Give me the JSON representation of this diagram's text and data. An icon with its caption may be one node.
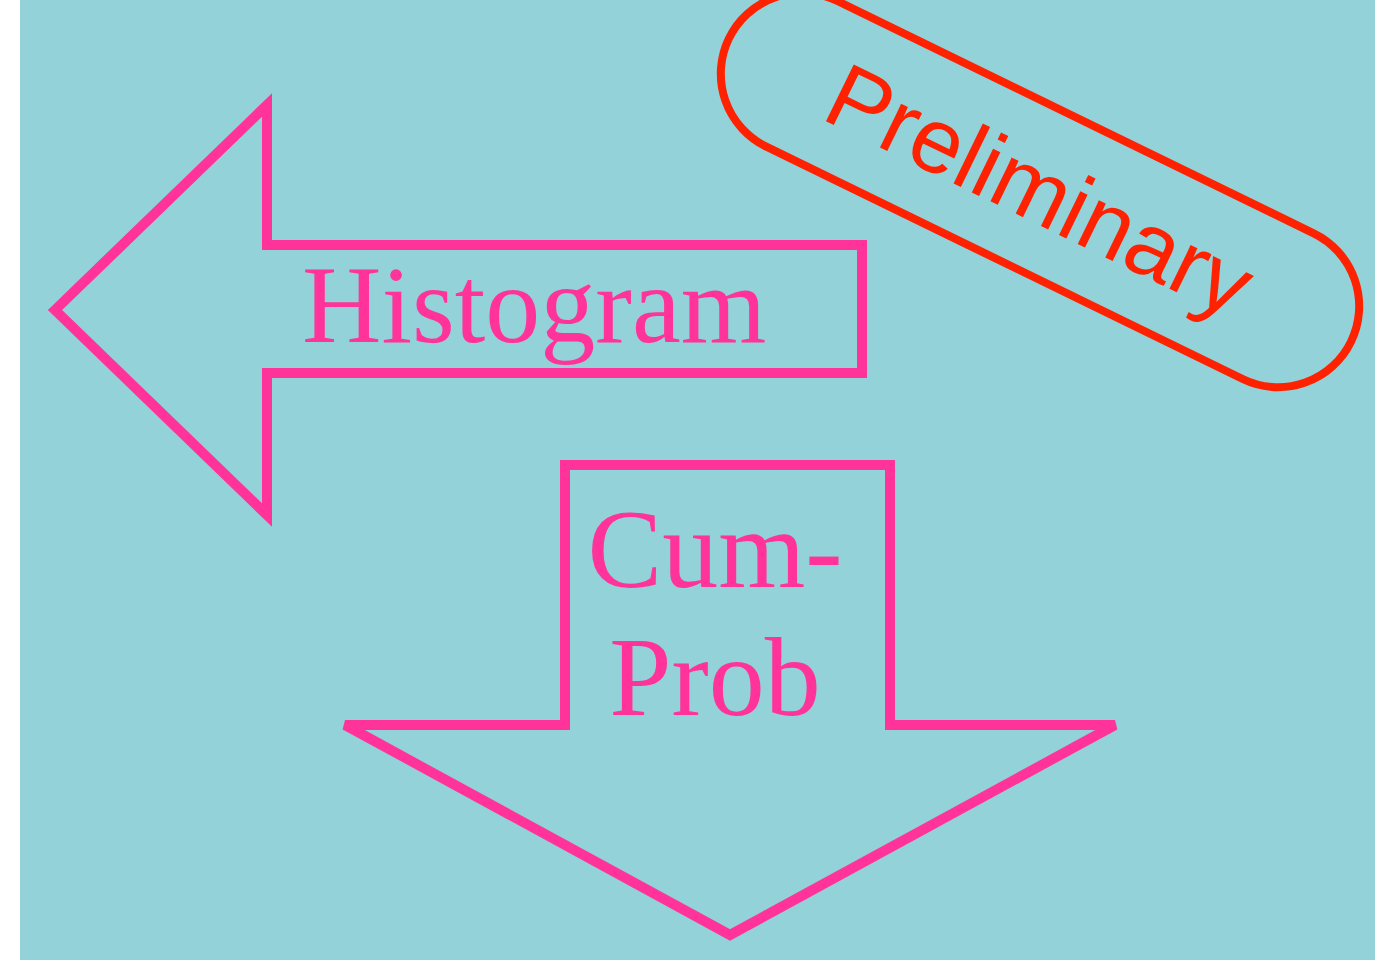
{
  "diagram": {
    "nodes": [
      {
        "text": [
          "Histogram"
        ]
      },
      {
        "text": [
          "Cum-Prob"
        ]
      },
      {
        "text": [
          "Preliminary"
        ]
      }
    ]
  }
}
